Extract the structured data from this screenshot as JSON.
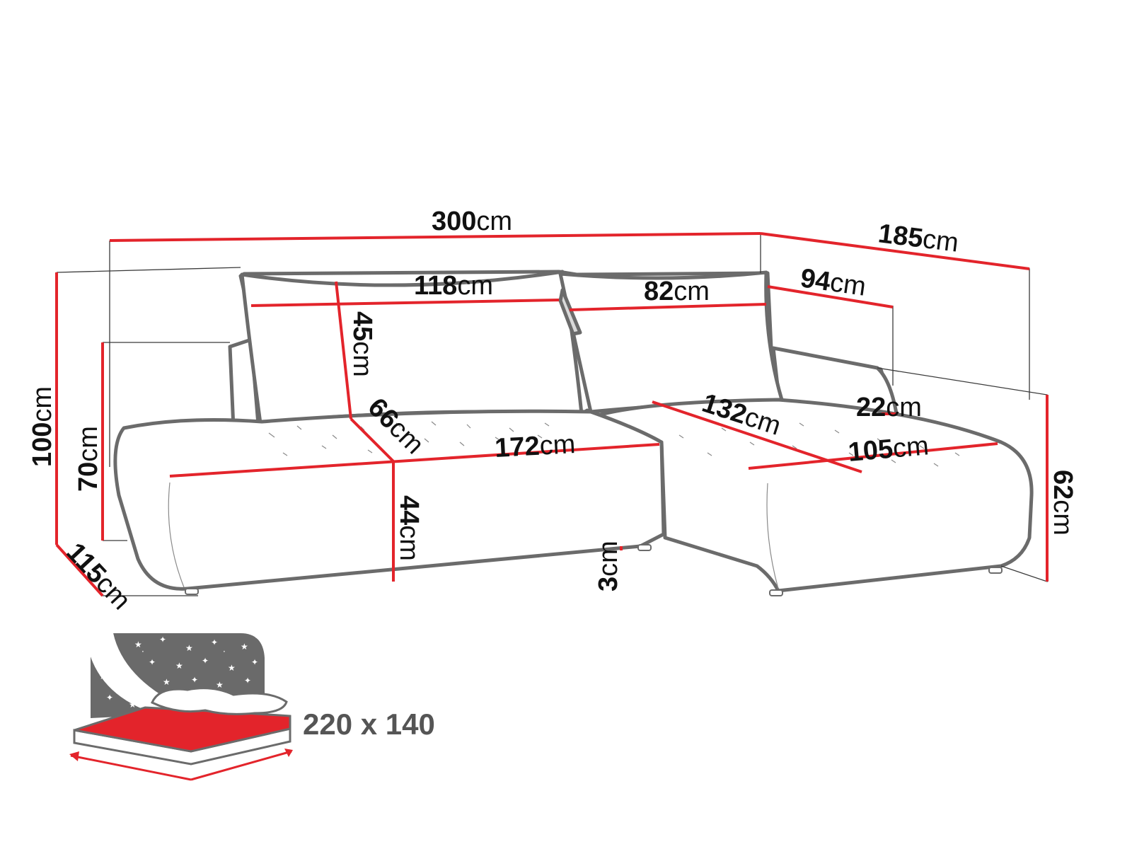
{
  "colors": {
    "dimension_line": "#e3242b",
    "outline": "#6b6b6b",
    "bed_fill": "#e3242b",
    "night_sky": "#6a6a6a"
  },
  "dimensions": {
    "total_width": {
      "value": "300",
      "unit": "cm"
    },
    "chaise_depth": {
      "value": "185",
      "unit": "cm"
    },
    "cushion_left_width": {
      "value": "118",
      "unit": "cm"
    },
    "cushion_right_width": {
      "value": "82",
      "unit": "cm"
    },
    "chaise_back_width": {
      "value": "94",
      "unit": "cm"
    },
    "cushion_height": {
      "value": "45",
      "unit": "cm"
    },
    "seat_depth": {
      "value": "66",
      "unit": "cm"
    },
    "seat_width": {
      "value": "172",
      "unit": "cm"
    },
    "chaise_length": {
      "value": "132",
      "unit": "cm"
    },
    "chaise_arm_height": {
      "value": "22",
      "unit": "cm"
    },
    "chaise_width": {
      "value": "105",
      "unit": "cm"
    },
    "total_height": {
      "value": "100",
      "unit": "cm"
    },
    "arm_height": {
      "value": "70",
      "unit": "cm"
    },
    "side_depth": {
      "value": "115",
      "unit": "cm"
    },
    "seat_height": {
      "value": "44",
      "unit": "cm"
    },
    "leg_height": {
      "value": "3",
      "unit": "cm"
    },
    "chaise_height": {
      "value": "62",
      "unit": "cm"
    }
  },
  "sleeping_area": {
    "label": "220 x 140"
  }
}
